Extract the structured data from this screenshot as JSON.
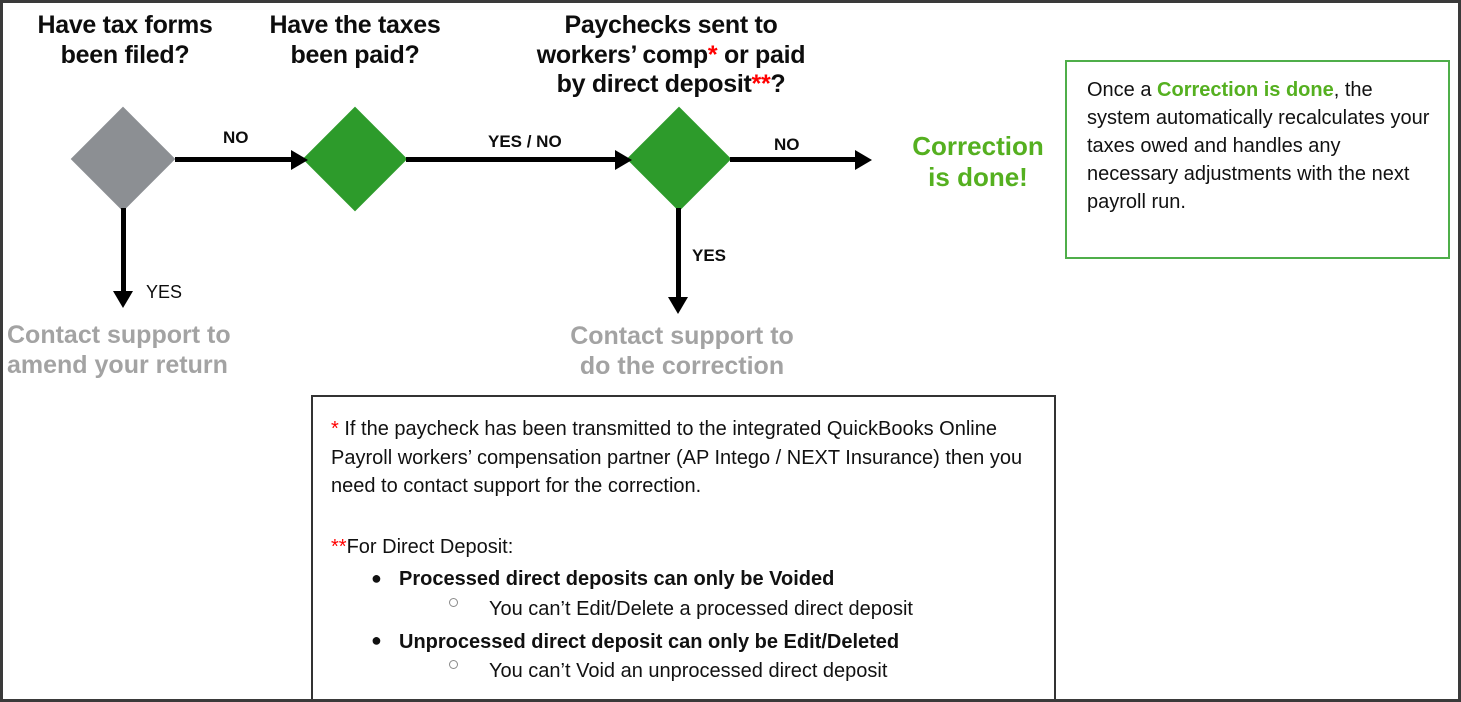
{
  "headings": [
    {
      "line1": "Have tax forms",
      "line2": "been filed?"
    },
    {
      "line1": "Have the taxes",
      "line2": "been paid?"
    },
    {
      "line1": "Paychecks sent to",
      "line2a": "workers’ comp",
      "line2b": " or paid",
      "line3a": "by  direct deposit",
      "line3b": "?"
    }
  ],
  "marks": {
    "single": "*",
    "double": "**"
  },
  "nodes": [
    {
      "id": "tax-forms-filed",
      "color": "#8c8f93",
      "shape": "diamond"
    },
    {
      "id": "taxes-paid",
      "color": "#2d9b2b",
      "shape": "diamond"
    },
    {
      "id": "workers-comp-or-direct-deposit",
      "color": "#2d9b2b",
      "shape": "diamond"
    }
  ],
  "edges": {
    "no_1": "NO",
    "yes_no": "YES / NO",
    "no_2": "NO",
    "yes_1": "YES",
    "yes_2": "YES"
  },
  "results": {
    "correction_done": "Correction\nis done!",
    "support_amend": "Contact support to\namend your return",
    "support_correction": "Contact support to\ndo the correction"
  },
  "callout": {
    "before": "Once a ",
    "highlight": "Correction is done",
    "after": ", the system automatically recalculates your taxes owed and handles any necessary adjustments with the next payroll run."
  },
  "footnote": {
    "star": "*",
    "paragraph": " If the paycheck has been transmitted to the integrated QuickBooks Online Payroll workers’ compensation partner (AP Intego / NEXT Insurance) then you need to contact support for the correction.",
    "dd_star": "**",
    "dd_title": "For Direct Deposit:",
    "items": [
      {
        "text": "Processed direct deposits can only be Voided",
        "sub": "You can’t Edit/Delete a processed direct deposit"
      },
      {
        "text": "Unprocessed direct deposit can only be Edit/Deleted",
        "sub": "You can’t Void an unprocessed direct deposit"
      }
    ]
  },
  "colors": {
    "gray_node": "#8c8f93",
    "green_node": "#2d9b2b",
    "accent_green": "#55b020",
    "callout_border": "#4fae4a",
    "muted_text": "#a3a3a3",
    "asterisk_red": "#ff0000",
    "line": "#000000"
  },
  "glyphs": {
    "bullet_dot": "●"
  }
}
